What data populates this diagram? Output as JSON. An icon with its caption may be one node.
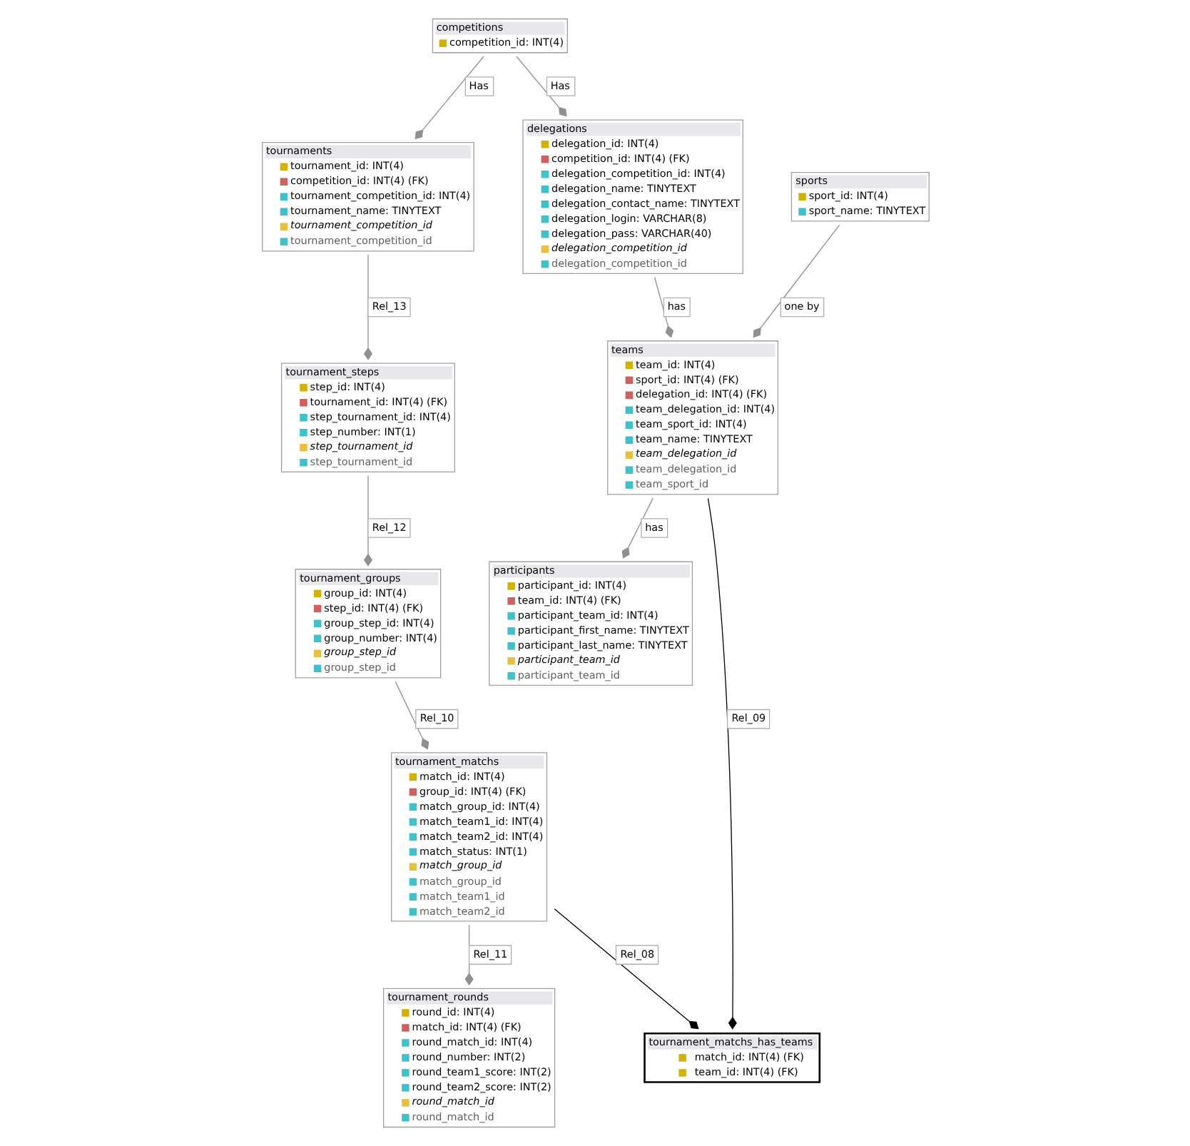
{
  "diagram": {
    "nodes": [
      {
        "text": [
          "competitions",
          "competition_id: INT(4)"
        ]
      },
      {
        "text": [
          "tournaments",
          "tournament_id: INT(4)",
          "competition_id: INT(4) (FK)",
          "tournament_competition_id: INT(4)",
          "tournament_name: TINYTEXT",
          "tournament_competition_id",
          "tournament_competition_id"
        ]
      },
      {
        "text": [
          "delegations",
          "delegation_id: INT(4)",
          "competition_id: INT(4) (FK)",
          "delegation_competition_id: INT(4)",
          "delegation_name: TINYTEXT",
          "delegation_contact_name: TINYTEXT",
          "delegation_login: VARCHAR(8)",
          "delegation_pass: VARCHAR(40)",
          "delegation_competition_id",
          "delegation_competition_id"
        ]
      },
      {
        "text": [
          "tournament_matchs_has_teams",
          "match_id: INT(4) (FK)",
          "team_id: INT(4) (FK)"
        ]
      },
      {
        "text": [
          "tournament_matchs",
          "match_id: INT(4)",
          "group_id: INT(4) (FK)",
          "match_group_id: INT(4)",
          "match_team1_id: INT(4)",
          "match_team2_id: INT(4)",
          "match_status: INT(1)",
          "match_group_id",
          "match_group_id",
          "match_team1_id",
          "match_team2_id"
        ]
      },
      {
        "text": [
          "tournament_steps",
          "step_id: INT(4)",
          "tournament_id: INT(4) (FK)",
          "step_tournament_id: INT(4)",
          "step_number: INT(1)",
          "step_tournament_id",
          "step_tournament_id"
        ]
      },
      {
        "text": [
          "teams",
          "team_id: INT(4)",
          "sport_id: INT(4) (FK)",
          "delegation_id: INT(4) (FK)",
          "team_delegation_id: INT(4)",
          "team_sport_id: INT(4)",
          "team_name: TINYTEXT",
          "team_delegation_id",
          "team_delegation_id",
          "team_sport_id"
        ]
      },
      {
        "text": [
          "tournament_groups",
          "group_id: INT(4)",
          "step_id: INT(4) (FK)",
          "group_step_id: INT(4)",
          "group_number: INT(4)",
          "group_step_id",
          "group_step_id"
        ]
      },
      {
        "text": [
          "sports",
          "sport_id: INT(4)",
          "sport_name: TINYTEXT"
        ]
      },
      {
        "text": [
          "tournament_rounds",
          "round_id: INT(4)",
          "match_id: INT(4) (FK)",
          "round_match_id: INT(4)",
          "round_number: INT(2)",
          "round_team1_score: INT(2)",
          "round_team2_score: INT(2)",
          "round_match_id",
          "round_match_id"
        ]
      },
      {
        "text": [
          "participants",
          "participant_id: INT(4)",
          "team_id: INT(4) (FK)",
          "participant_team_id: INT(4)",
          "participant_first_name: TINYTEXT",
          "participant_last_name: TINYTEXT",
          "participant_team_id",
          "participant_team_id"
        ]
      }
    ],
    "edges": [
      {
        "from": 0,
        "to": 1,
        "arrow": "other",
        "label": "Has"
      },
      {
        "from": 0,
        "to": 2,
        "arrow": "other",
        "label": "Has"
      },
      {
        "from": 6,
        "to": 3,
        "arrow": "other",
        "label": "Rel_09",
        "color": "#000000"
      },
      {
        "from": 4,
        "to": 3,
        "arrow": "other",
        "label": "Rel_08",
        "color": "#000000"
      },
      {
        "from": 1,
        "to": 5,
        "arrow": "other",
        "label": "Rel_13"
      },
      {
        "from": 2,
        "to": 6,
        "arrow": "other",
        "label": "has"
      },
      {
        "from": 4,
        "to": 9,
        "arrow": "other",
        "label": "Rel_11"
      },
      {
        "from": 7,
        "to": 4,
        "arrow": "other",
        "label": "Rel_10"
      },
      {
        "from": 5,
        "to": 7,
        "arrow": "other",
        "label": "Rel_12"
      },
      {
        "from": 8,
        "to": 6,
        "arrow": "other",
        "label": "one by"
      },
      {
        "from": 6,
        "to": 10,
        "arrow": "other",
        "label": "has"
      }
    ]
  }
}
